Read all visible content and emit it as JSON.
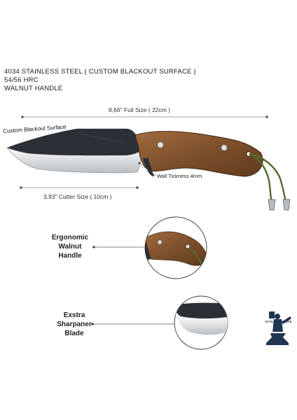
{
  "specs": {
    "line1": "4034 STAINLESS STEEL ( CUSTOM BLACKOUT SURFACE )",
    "line2": "54/56 HRC",
    "line3": "WALNUT HANDLE"
  },
  "dimensions": {
    "full_size": "8,66\" Full Size ( 22cm )",
    "cutter_size": "3,93\" Cutter Size ( 10cm )"
  },
  "callouts": {
    "blackout": "Custom Blackout  Surface",
    "wall": "Wall Tickness 4mm"
  },
  "features": {
    "handle": [
      "Ergonomic",
      "Walnut",
      "Handle"
    ],
    "blade": [
      "Exstra",
      "Sharpaner",
      "Blade"
    ]
  },
  "logo": {
    "text": "YATAGAN KNIFE"
  },
  "colors": {
    "walnut": "#8a5a34",
    "blade_dark": "#2b2f36",
    "steel": "#e6e8ea",
    "cord": "#556b2f"
  }
}
